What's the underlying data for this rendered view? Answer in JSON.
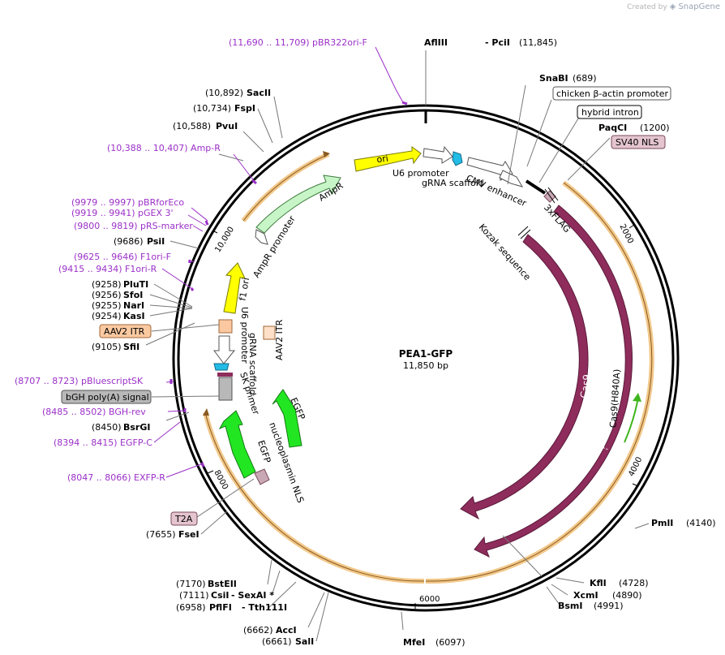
{
  "watermark": {
    "created_by": "Created by",
    "brand": "SnapGene"
  },
  "plasmid": {
    "name": "PEA1-GFP",
    "length_label": "11,850 bp"
  },
  "ruler": [
    "2000",
    "4000",
    "6000",
    "8000",
    "10,000"
  ],
  "sites": [
    {
      "pos": "",
      "name": "AflIII",
      "extra": "-  PciI",
      "extra_pos": "(11,845)"
    },
    {
      "pos": "(689)",
      "name": "SnaBI"
    },
    {
      "pos": "(1200)",
      "name": "PaqCI"
    },
    {
      "pos": "(4140)",
      "name": "PmlI"
    },
    {
      "pos": "(4728)",
      "name": "KflI"
    },
    {
      "pos": "(4890)",
      "name": "XcmI"
    },
    {
      "pos": "(4991)",
      "name": "BsmI"
    },
    {
      "pos": "(6097)",
      "name": "MfeI"
    },
    {
      "pos": "(6661)",
      "name": "SalI"
    },
    {
      "pos": "(6662)",
      "name": "AccI"
    },
    {
      "pos": "(6958)",
      "name": "PflFI",
      "extra": "-  Tth111I"
    },
    {
      "pos": "(7111)",
      "name": "CsiI",
      "extra": "-  SexAI *"
    },
    {
      "pos": "(7170)",
      "name": "BstEII"
    },
    {
      "pos": "(7655)",
      "name": "FseI"
    },
    {
      "pos": "(8450)",
      "name": "BsrGI"
    },
    {
      "pos": "(9105)",
      "name": "SfiI"
    },
    {
      "pos": "(9254)",
      "name": "KasI"
    },
    {
      "pos": "(9255)",
      "name": "NarI"
    },
    {
      "pos": "(9256)",
      "name": "SfoI"
    },
    {
      "pos": "(9258)",
      "name": "PluTI"
    },
    {
      "pos": "(9686)",
      "name": "PsiI"
    },
    {
      "pos": "(10,588)",
      "name": "PvuI"
    },
    {
      "pos": "(10,734)",
      "name": "FspI"
    },
    {
      "pos": "(10,892)",
      "name": "SacII"
    }
  ],
  "primers": [
    "(11,690 .. 11,709)  pBR322ori-F",
    "(10,388 .. 10,407)  Amp-R",
    "(9979 .. 9997)  pBRforEco",
    "(9919 .. 9941)  pGEX 3'",
    "(9800 .. 9819)  pRS-marker",
    "(9625 .. 9646)  F1ori-F",
    "(9415 .. 9434)  F1ori-R",
    "(8707 .. 8723)  pBluescriptSK",
    "(8485 .. 8502)  BGH-rev",
    "(8394 .. 8415)  EGFP-C",
    "(8047 .. 8066)  EXFP-R"
  ],
  "boxed_labels": [
    {
      "text": "chicken β-actin promoter",
      "fill": "#ffffff",
      "stroke": "#555555"
    },
    {
      "text": "hybrid intron",
      "fill": "#ffffff",
      "stroke": "#000000"
    },
    {
      "text": "SV40 NLS",
      "fill": "#e3c4cf",
      "stroke": "#7a4a5a"
    },
    {
      "text": "AAV2 ITR",
      "fill": "#fbc9a1",
      "stroke": "#a0673a"
    },
    {
      "text": "bGH poly(A) signal",
      "fill": "#b8b8b8",
      "stroke": "#555555"
    },
    {
      "text": "T2A",
      "fill": "#e3c4cf",
      "stroke": "#7a4a5a"
    }
  ],
  "features": {
    "ori": "ori",
    "u6_top": "U6 promoter",
    "grna_top": "gRNA scaffold",
    "cmv": "CMV enhancer",
    "flag": "3xFLAG",
    "kozak": "Kozak sequence",
    "cas9": "Cas9",
    "cas9_mut": "Cas9(H840A)",
    "ampr": "AmpR",
    "ampr_prom": "AmpR promoter",
    "f1": "f1 ori",
    "u6_left": "U6 promoter",
    "grna_left": "gRNA scaffold",
    "aav_inner": "AAV2 ITR",
    "sk": "SK primer",
    "egfp1": "EGFP",
    "egfp2": "EGFP",
    "nls": "nucleoplasmin NLS"
  },
  "colors": {
    "cas9": "#8e2c5c",
    "egfp": "#22e622",
    "ori": "#ffff00",
    "ampr": "#c8f5c8",
    "primer": "#9b30c8",
    "orf_highlight": "#f2c88a",
    "u6": "#ffffff",
    "grna": "#22bce6"
  }
}
